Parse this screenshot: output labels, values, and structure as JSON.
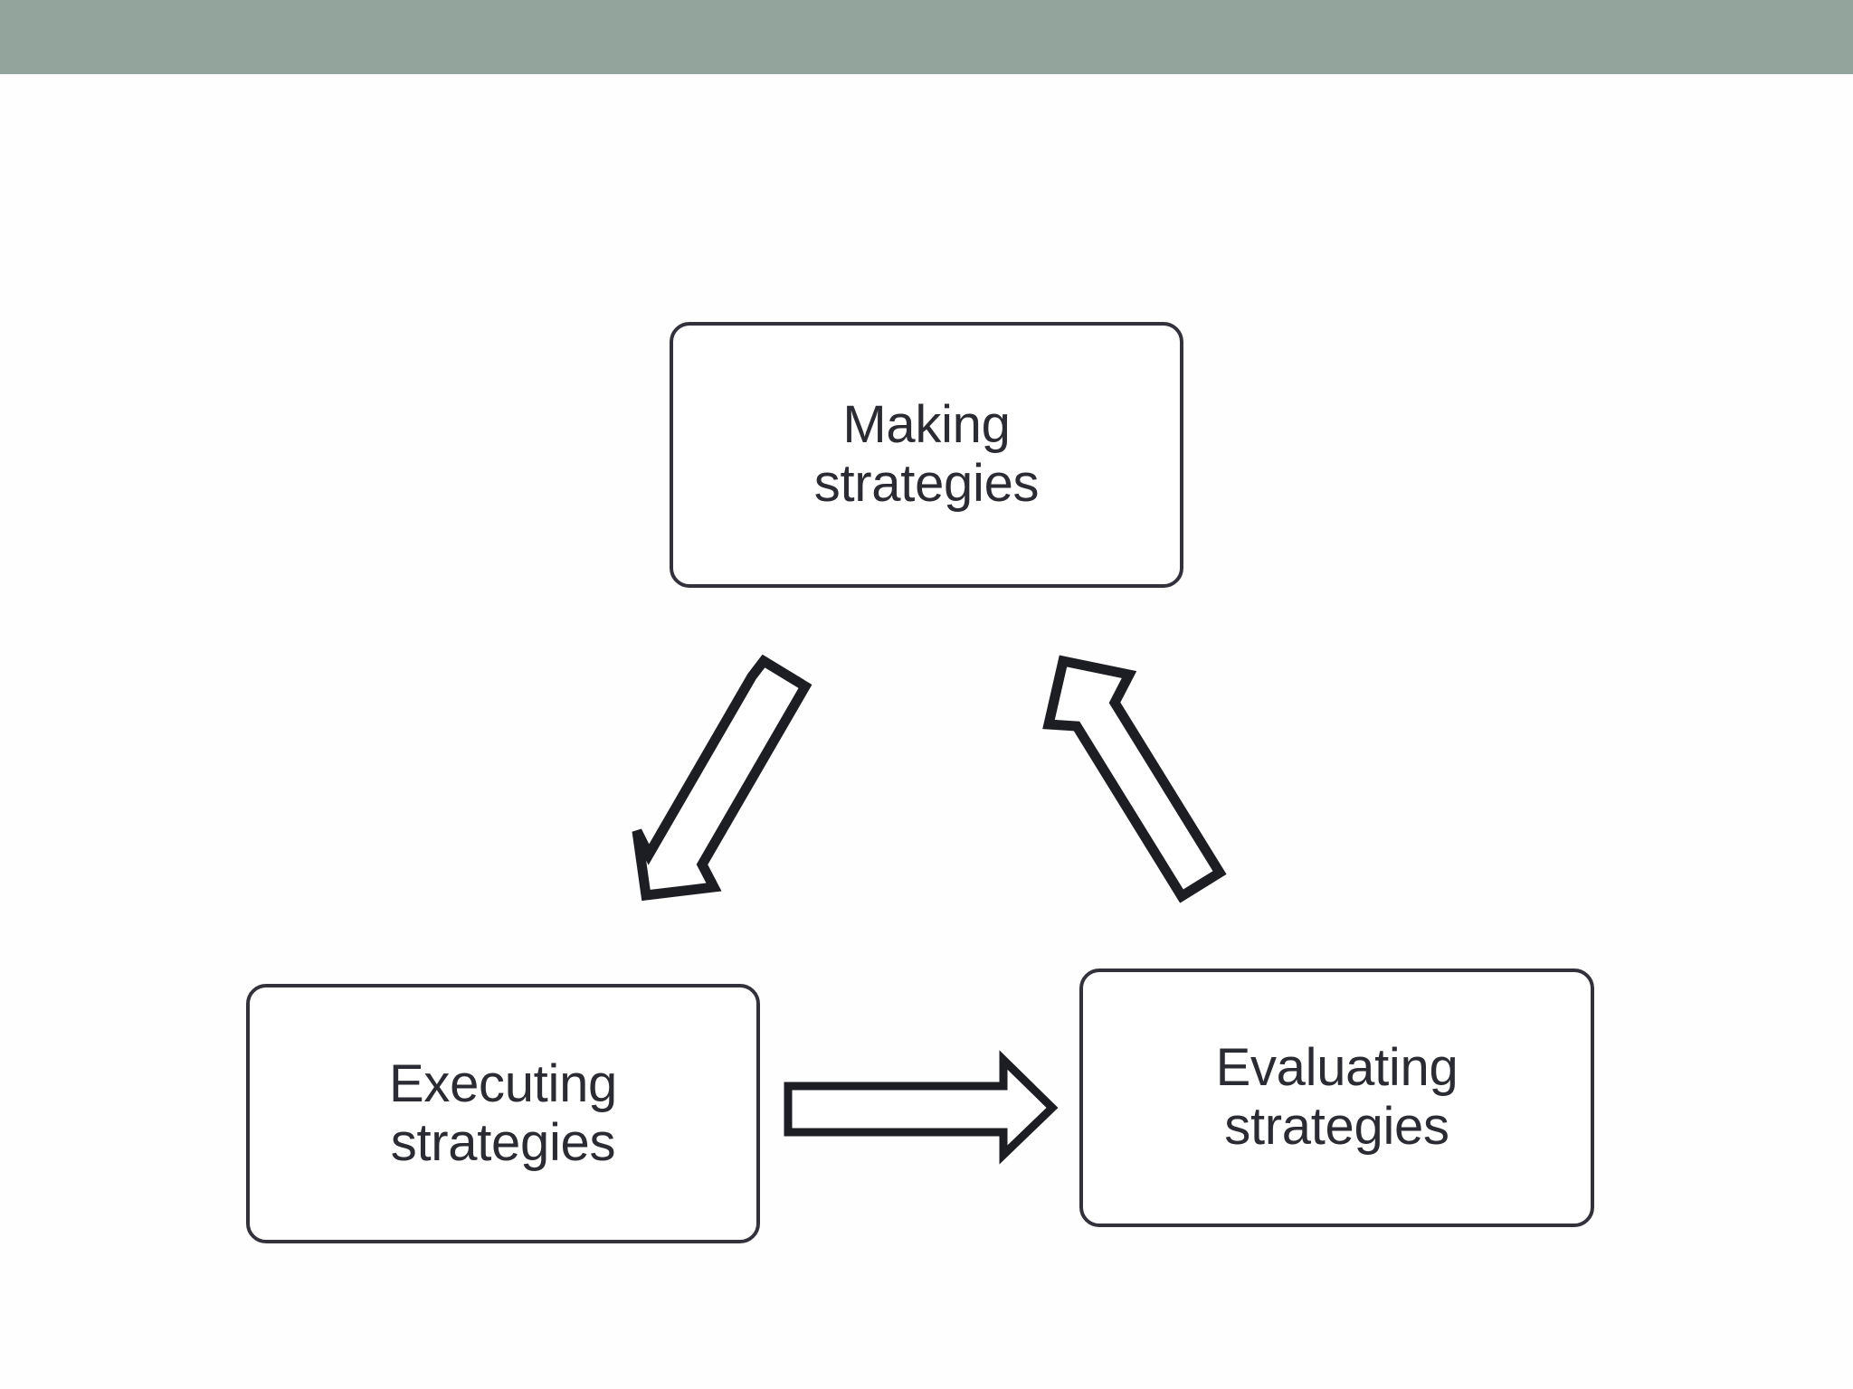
{
  "slide": {
    "background_color": "#fefefe",
    "top_band_color": "#93a49c",
    "text_color": "#2b2b33",
    "outline_color": "#1d1d24"
  },
  "diagram": {
    "type": "cycle-flowchart",
    "nodes": [
      {
        "id": "making",
        "label": "Making\nstrategies"
      },
      {
        "id": "executing",
        "label": "Executing\nstrategies"
      },
      {
        "id": "evaluating",
        "label": "Evaluating\nstrategies"
      }
    ],
    "connectors": [
      {
        "id": "making-to-executing",
        "icon": "arrow-down-left-icon",
        "from": "making",
        "to": "executing"
      },
      {
        "id": "executing-to-evaluating",
        "icon": "arrow-right-icon",
        "from": "executing",
        "to": "evaluating"
      },
      {
        "id": "evaluating-to-making",
        "icon": "arrow-up-left-icon",
        "from": "evaluating",
        "to": "making"
      }
    ]
  }
}
